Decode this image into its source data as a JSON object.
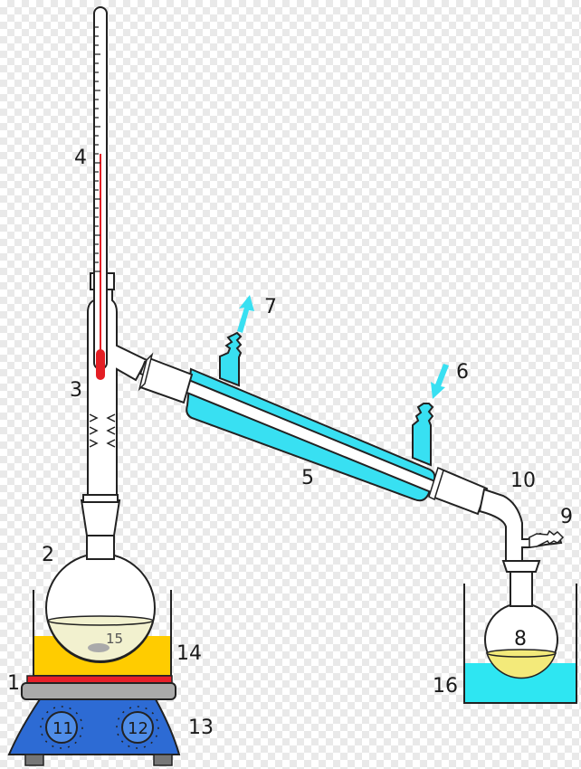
{
  "labels": {
    "l1": "1",
    "l2": "2",
    "l3": "3",
    "l4": "4",
    "l5": "5",
    "l6": "6",
    "l7": "7",
    "l8": "8",
    "l9": "9",
    "l10": "10",
    "l11": "11",
    "l12": "12",
    "l13": "13",
    "l14": "14",
    "l15": "15",
    "l16": "16"
  },
  "colors": {
    "coolant": "#38e0f2",
    "hotbath": "#ffcc00",
    "heater_plate": "#e8202a",
    "heater_body": "#2d6bd4",
    "mercury": "#e31e24",
    "liquid_distillate": "#f3ea7a",
    "liquid_still": "#f2f1cf",
    "ice_bath": "#2ee6f2"
  }
}
